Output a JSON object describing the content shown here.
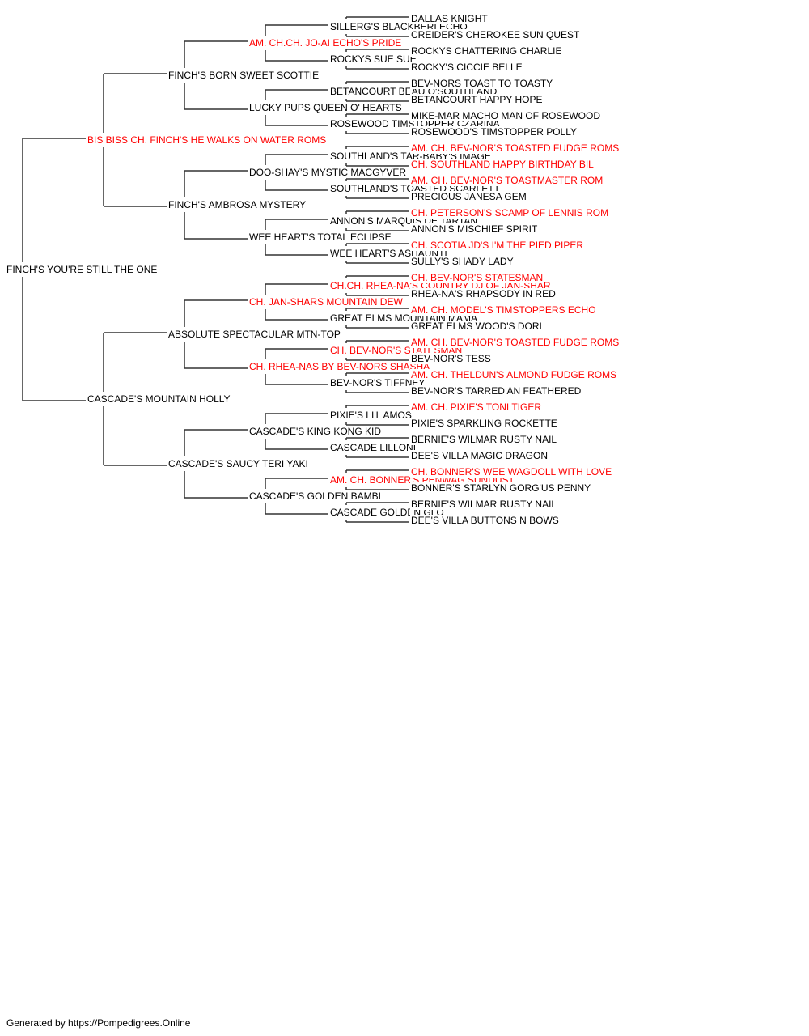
{
  "pedigree": {
    "subject": {
      "name": "FINCH'S YOU'RE STILL THE ONE",
      "champion": false,
      "sire": {
        "name": "BIS BISS CH. FINCH'S HE WALKS ON WATER ROMS",
        "champion": true,
        "sire": {
          "name": "FINCH'S BORN SWEET SCOTTIE",
          "champion": false,
          "sire": {
            "name": "AM. CH.CH. JO-AI ECHO'S PRIDE",
            "champion": true,
            "sire": {
              "name": "SILLERG'S BLACKBERI ECHO",
              "champion": false,
              "sire": {
                "name": "DALLAS KNIGHT",
                "champion": false
              },
              "dam": {
                "name": "CREIDER'S CHEROKEE SUN QUEST",
                "champion": false
              }
            },
            "dam": {
              "name": "ROCKYS SUE SUE",
              "champion": false,
              "sire": {
                "name": "ROCKYS CHATTERING CHARLIE",
                "champion": false
              },
              "dam": {
                "name": "ROCKY'S CICCIE BELLE",
                "champion": false
              }
            }
          },
          "dam": {
            "name": "LUCKY PUPS QUEEN O' HEARTS",
            "champion": false,
            "sire": {
              "name": "BETANCOURT BEAU O'SOUTHLAND",
              "champion": false,
              "sire": {
                "name": "BEV-NORS TOAST TO TOASTY",
                "champion": false
              },
              "dam": {
                "name": "BETANCOURT HAPPY HOPE",
                "champion": false
              }
            },
            "dam": {
              "name": "ROSEWOOD TIMSTOPPER CZARINA",
              "champion": false,
              "sire": {
                "name": "MIKE-MAR MACHO MAN OF ROSEWOOD",
                "champion": false
              },
              "dam": {
                "name": "ROSEWOOD'S TIMSTOPPER POLLY",
                "champion": false
              }
            }
          }
        },
        "dam": {
          "name": "FINCH'S AMBROSA MYSTERY",
          "champion": false,
          "sire": {
            "name": "DOO-SHAY'S MYSTIC MACGYVER",
            "champion": false,
            "sire": {
              "name": "SOUTHLAND'S TAR-BABY'S IMAGE",
              "champion": false,
              "sire": {
                "name": "AM. CH. BEV-NOR'S TOASTED FUDGE ROMS",
                "champion": true
              },
              "dam": {
                "name": "CH. SOUTHLAND HAPPY BIRTHDAY BIL",
                "champion": true
              }
            },
            "dam": {
              "name": "SOUTHLAND'S TOASTED SCARLETT",
              "champion": false,
              "sire": {
                "name": "AM. CH. BEV-NOR'S TOASTMASTER ROM",
                "champion": true
              },
              "dam": {
                "name": "PRECIOUS JANESA GEM",
                "champion": false
              }
            }
          },
          "dam": {
            "name": "WEE HEART'S TOTAL ECLIPSE",
            "champion": false,
            "sire": {
              "name": "ANNON'S MARQUIS DE TARTAN",
              "champion": false,
              "sire": {
                "name": "CH. PETERSON'S SCAMP OF LENNIS ROM",
                "champion": true
              },
              "dam": {
                "name": "ANNON'S MISCHIEF SPIRIT",
                "champion": false
              }
            },
            "dam": {
              "name": "WEE HEART'S ASHAUNTI",
              "champion": false,
              "sire": {
                "name": "CH. SCOTIA JD'S I'M THE PIED PIPER",
                "champion": true
              },
              "dam": {
                "name": "SULLY'S SHADY LADY",
                "champion": false
              }
            }
          }
        }
      },
      "dam": {
        "name": "CASCADE'S MOUNTAIN HOLLY",
        "champion": false,
        "sire": {
          "name": "ABSOLUTE SPECTACULAR MTN-TOP",
          "champion": false,
          "sire": {
            "name": "CH. JAN-SHARS MOUNTAIN DEW",
            "champion": true,
            "sire": {
              "name": "CH.CH. RHEA-NA'S COUNTRY DJ OF JAN-SHAR",
              "champion": true,
              "sire": {
                "name": "CH. BEV-NOR'S STATESMAN",
                "champion": true
              },
              "dam": {
                "name": "RHEA-NA'S RHAPSODY IN RED",
                "champion": false
              }
            },
            "dam": {
              "name": "GREAT ELMS MOUNTAIN MAMA",
              "champion": false,
              "sire": {
                "name": "AM. CH. MODEL'S TIMSTOPPERS ECHO",
                "champion": true
              },
              "dam": {
                "name": "GREAT ELMS WOOD'S DORI",
                "champion": false
              }
            }
          },
          "dam": {
            "name": "CH. RHEA-NAS BY BEV-NORS SHASHA",
            "champion": true,
            "sire": {
              "name": "CH. BEV-NOR'S STATESMAN",
              "champion": true,
              "sire": {
                "name": "AM. CH. BEV-NOR'S TOASTED FUDGE ROMS",
                "champion": true
              },
              "dam": {
                "name": "BEV-NOR'S TESS",
                "champion": false
              }
            },
            "dam": {
              "name": "BEV-NOR'S TIFFNEY",
              "champion": false,
              "sire": {
                "name": "AM. CH. THELDUN'S ALMOND FUDGE ROMS",
                "champion": true
              },
              "dam": {
                "name": "BEV-NOR'S TARRED AN FEATHERED",
                "champion": false
              }
            }
          }
        },
        "dam": {
          "name": "CASCADE'S SAUCY TERI YAKI",
          "champion": false,
          "sire": {
            "name": "CASCADE'S KING KONG KID",
            "champion": false,
            "sire": {
              "name": "PIXIE'S LI'L AMOS",
              "champion": false,
              "sire": {
                "name": "AM. CH. PIXIE'S TONI TIGER",
                "champion": true
              },
              "dam": {
                "name": "PIXIE'S SPARKLING ROCKETTE",
                "champion": false
              }
            },
            "dam": {
              "name": "CASCADE LILLONI",
              "champion": false,
              "sire": {
                "name": "BERNIE'S WILMAR RUSTY NAIL",
                "champion": false
              },
              "dam": {
                "name": "DEE'S VILLA MAGIC DRAGON",
                "champion": false
              }
            }
          },
          "dam": {
            "name": "CASCADE'S GOLDEN BAMBI",
            "champion": false,
            "sire": {
              "name": "AM. CH. BONNER'S PENWAG SUNDUST",
              "champion": true,
              "sire": {
                "name": "CH. BONNER'S WEE WAGDOLL WITH LOVE",
                "champion": true
              },
              "dam": {
                "name": "BONNER'S STARLYN GORG'US PENNY",
                "champion": false
              }
            },
            "dam": {
              "name": "CASCADE GOLDEN GLO",
              "champion": false,
              "sire": {
                "name": "BERNIE'S WILMAR RUSTY NAIL",
                "champion": false
              },
              "dam": {
                "name": "DEE'S VILLA BUTTONS N BOWS",
                "champion": false
              }
            }
          }
        }
      }
    }
  },
  "colors": {
    "champion": "#ff0000",
    "normal": "#000000",
    "line": "#333333"
  },
  "footer": {
    "text": "Generated by https://Pompedigrees.Online"
  }
}
